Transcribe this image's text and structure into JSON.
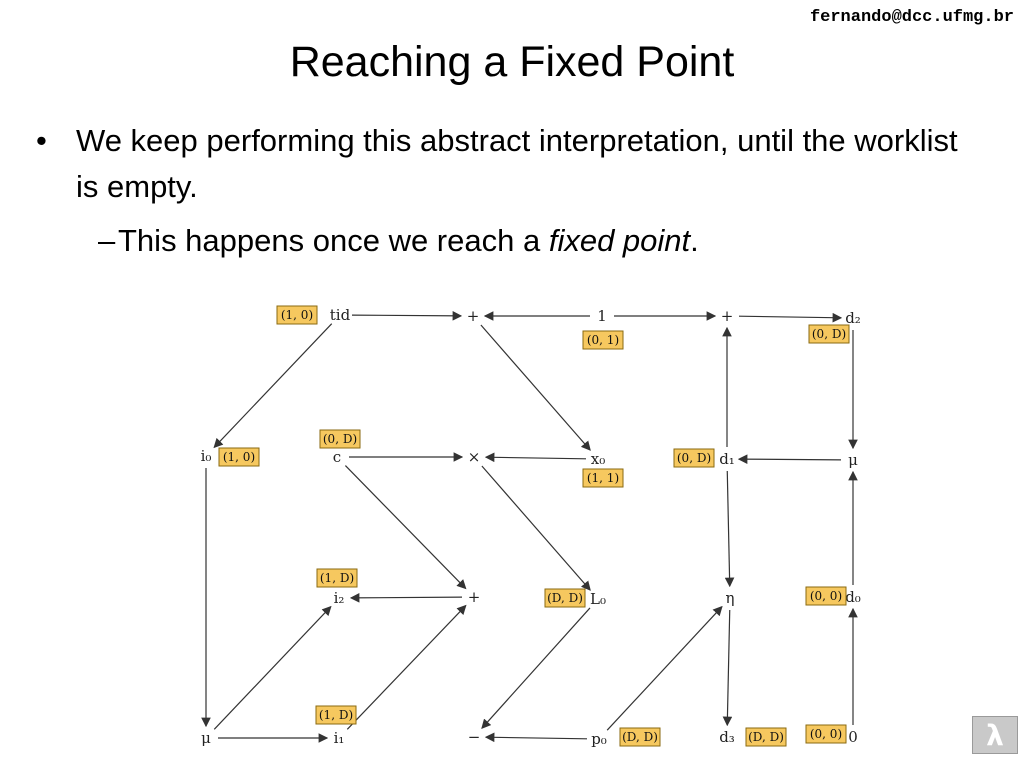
{
  "header": {
    "email": "fernando@dcc.ufmg.br"
  },
  "slide": {
    "title": "Reaching a Fixed Point",
    "bullet1": "We keep performing this abstract interpretation, until the worklist is empty.",
    "bullet1_marker": "•",
    "bullet2_marker": "–",
    "bullet2_before": "This happens once we reach a ",
    "bullet2_emph": "fixed point",
    "bullet2_after": "."
  },
  "diagram": {
    "nodes": [
      {
        "id": "tid",
        "label": "tid"
      },
      {
        "id": "plus1",
        "label": "+"
      },
      {
        "id": "one",
        "label": "1"
      },
      {
        "id": "plus2",
        "label": "+"
      },
      {
        "id": "d2",
        "label": "d₂"
      },
      {
        "id": "i0",
        "label": "i₀"
      },
      {
        "id": "c",
        "label": "c"
      },
      {
        "id": "times",
        "label": "×"
      },
      {
        "id": "x0",
        "label": "x₀"
      },
      {
        "id": "d1",
        "label": "d₁"
      },
      {
        "id": "mu1",
        "label": "μ"
      },
      {
        "id": "i2",
        "label": "i₂"
      },
      {
        "id": "plus3",
        "label": "+"
      },
      {
        "id": "L0",
        "label": "L₀"
      },
      {
        "id": "eta",
        "label": "η"
      },
      {
        "id": "d0",
        "label": "d₀"
      },
      {
        "id": "mu2",
        "label": "μ"
      },
      {
        "id": "i1",
        "label": "i₁"
      },
      {
        "id": "minus",
        "label": "−"
      },
      {
        "id": "p0",
        "label": "p₀"
      },
      {
        "id": "d3",
        "label": "d₃"
      },
      {
        "id": "zero",
        "label": "0"
      }
    ],
    "tags": [
      {
        "id": "tag-tid",
        "text": "(1, 0)"
      },
      {
        "id": "tag-one",
        "text": "(0, 1)"
      },
      {
        "id": "tag-d2",
        "text": "(0, D)"
      },
      {
        "id": "tag-c",
        "text": "(0, D)"
      },
      {
        "id": "tag-i0",
        "text": "(1, 0)"
      },
      {
        "id": "tag-x0",
        "text": "(1, 1)"
      },
      {
        "id": "tag-d1",
        "text": "(0, D)"
      },
      {
        "id": "tag-i2",
        "text": "(1, D)"
      },
      {
        "id": "tag-L0",
        "text": "(D, D)"
      },
      {
        "id": "tag-d0",
        "text": "(0, 0)"
      },
      {
        "id": "tag-i1",
        "text": "(1, D)"
      },
      {
        "id": "tag-p0",
        "text": "(D, D)"
      },
      {
        "id": "tag-d3",
        "text": "(D, D)"
      },
      {
        "id": "tag-zero",
        "text": "(0, 0)"
      }
    ]
  },
  "logo": {
    "glyph": "λ"
  }
}
